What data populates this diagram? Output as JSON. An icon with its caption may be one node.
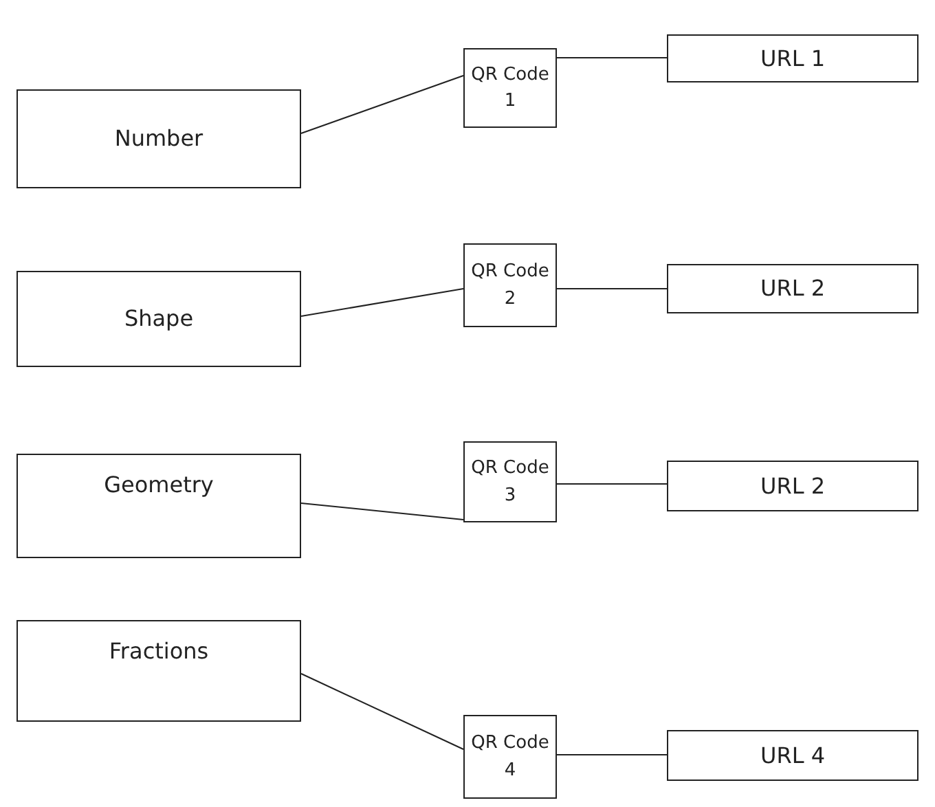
{
  "diagram": {
    "nodes": [
      {
        "text": [
          "Number"
        ]
      },
      {
        "text": [
          "QR Code 1"
        ]
      },
      {
        "text": [
          "URL 1"
        ]
      },
      {
        "text": [
          "Shape"
        ]
      },
      {
        "text": [
          "QR Code 2"
        ]
      },
      {
        "text": [
          "URL 2"
        ]
      },
      {
        "text": [
          "Geometry"
        ]
      },
      {
        "text": [
          "QR Code 3"
        ]
      },
      {
        "text": [
          "URL 2"
        ]
      },
      {
        "text": [
          "Fractions"
        ]
      },
      {
        "text": [
          "QR Code 4"
        ]
      },
      {
        "text": [
          "URL 4"
        ]
      }
    ],
    "edges": [
      {
        "from": 0,
        "to": 1,
        "arrow": "none"
      },
      {
        "from": 1,
        "to": 2,
        "arrow": "none"
      },
      {
        "from": 3,
        "to": 4,
        "arrow": "none"
      },
      {
        "from": 4,
        "to": 5,
        "arrow": "none"
      },
      {
        "from": 6,
        "to": 7,
        "arrow": "none"
      },
      {
        "from": 7,
        "to": 8,
        "arrow": "none"
      },
      {
        "from": 9,
        "to": 10,
        "arrow": "none"
      },
      {
        "from": 10,
        "to": 11,
        "arrow": "none"
      }
    ]
  }
}
